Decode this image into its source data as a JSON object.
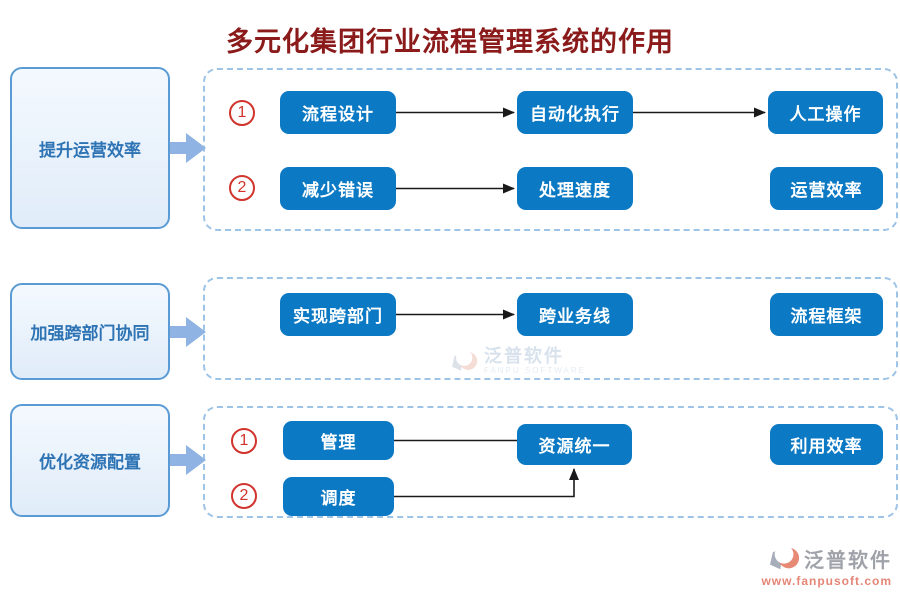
{
  "title": "多元化集团行业流程管理系统的作用",
  "rows": [
    {
      "category": "提升运营效率",
      "lines": [
        {
          "badge": "1",
          "nodes": [
            "流程设计",
            "自动化执行",
            "人工操作"
          ]
        },
        {
          "badge": "2",
          "nodes": [
            "减少错误",
            "处理速度",
            "运营效率"
          ]
        }
      ]
    },
    {
      "category": "加强跨部门协同",
      "lines": [
        {
          "nodes": [
            "实现跨部门",
            "跨业务线",
            "流程框架"
          ]
        }
      ]
    },
    {
      "category": "优化资源配置",
      "lines": [
        {
          "badge": "1",
          "nodes": [
            "管理",
            "资源统一",
            "利用效率"
          ]
        },
        {
          "badge": "2",
          "nodes": [
            "调度"
          ]
        }
      ]
    }
  ],
  "watermark": {
    "brand": "泛普软件",
    "subtitle": "FANPU SOFTWARE"
  },
  "footer": {
    "brand": "泛普软件",
    "website": "www.fanpusoft.com"
  },
  "colors": {
    "title_red": "#8b1a1a",
    "node_blue": "#0b79c3",
    "category_fill": "#e7f1fb",
    "category_border": "#5b9bd5",
    "category_text": "#2e74b5",
    "panel_dashed_border": "#9dc3e6",
    "block_arrow_blue": "#8fb4e3",
    "badge_red": "#d0342c",
    "connector_black": "#1a1a1a",
    "footer_url_red": "#e0705f"
  }
}
